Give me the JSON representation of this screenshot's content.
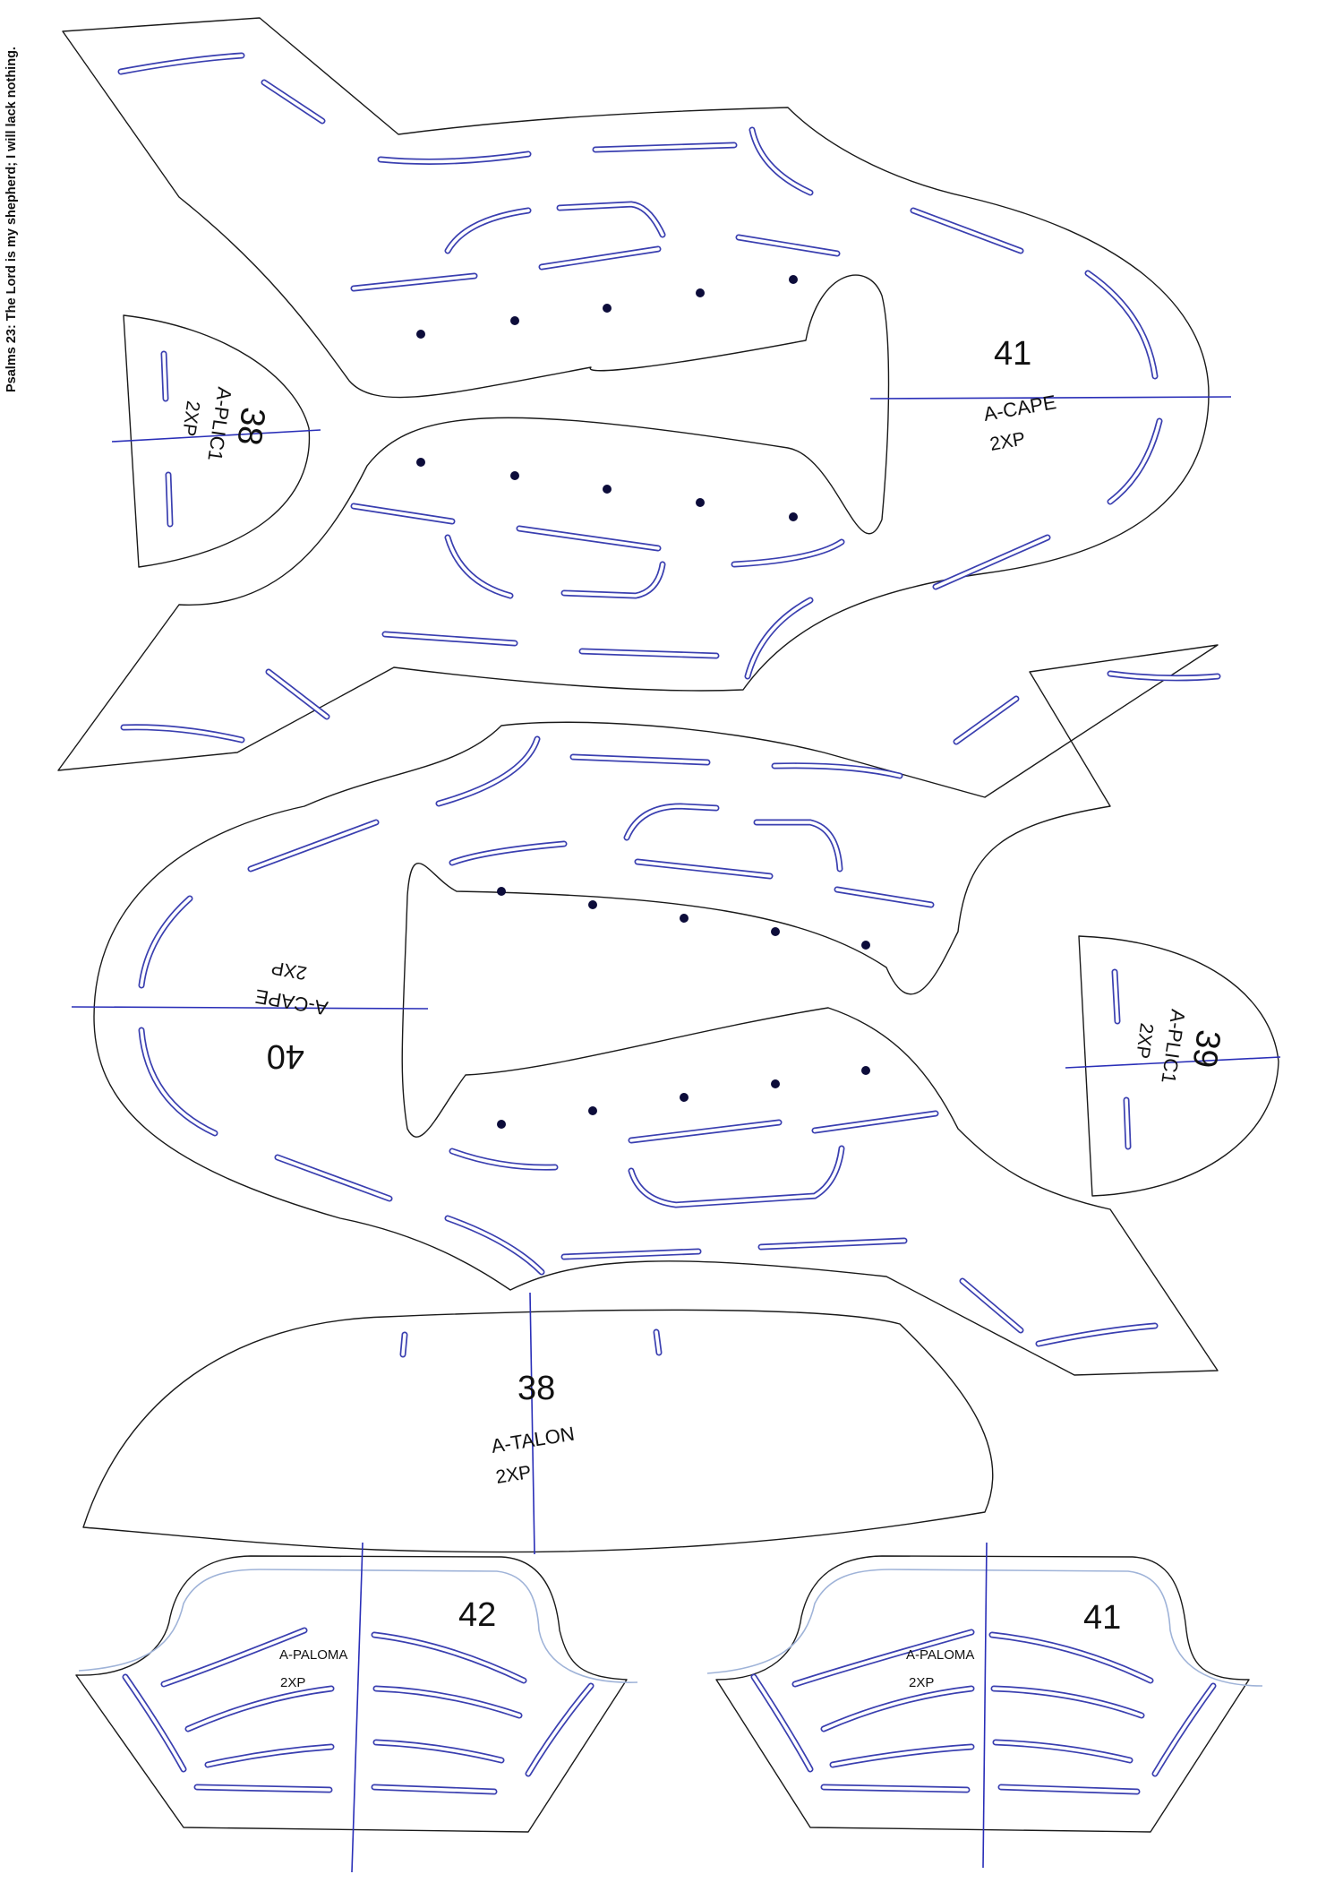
{
  "verse": "Psalms 23: The Lord is my shepherd; I will lack nothing.",
  "colors": {
    "outline": "#1a1a1a",
    "slot": "#3a3fb0",
    "guide": "#2a2fb8",
    "seam": "#9fb3d8",
    "hole": "#0c0c3a"
  },
  "pieces": {
    "cape41": {
      "number": "41",
      "name": "A-CAPE",
      "qty": "2XP"
    },
    "plic38": {
      "number": "38",
      "name": "A-PLIC1",
      "qty": "2XP"
    },
    "cape40": {
      "number": "40",
      "name": "A-CAPE",
      "qty": "2XP"
    },
    "plic39": {
      "number": "39",
      "name": "A-PLIC1",
      "qty": "2XP"
    },
    "talon38": {
      "number": "38",
      "name": "A-TALON",
      "qty": "2XP"
    },
    "paloma42": {
      "number": "42",
      "name": "A-PALOMA",
      "qty": "2XP"
    },
    "paloma41": {
      "number": "41",
      "name": "A-PALOMA",
      "qty": "2XP"
    }
  }
}
